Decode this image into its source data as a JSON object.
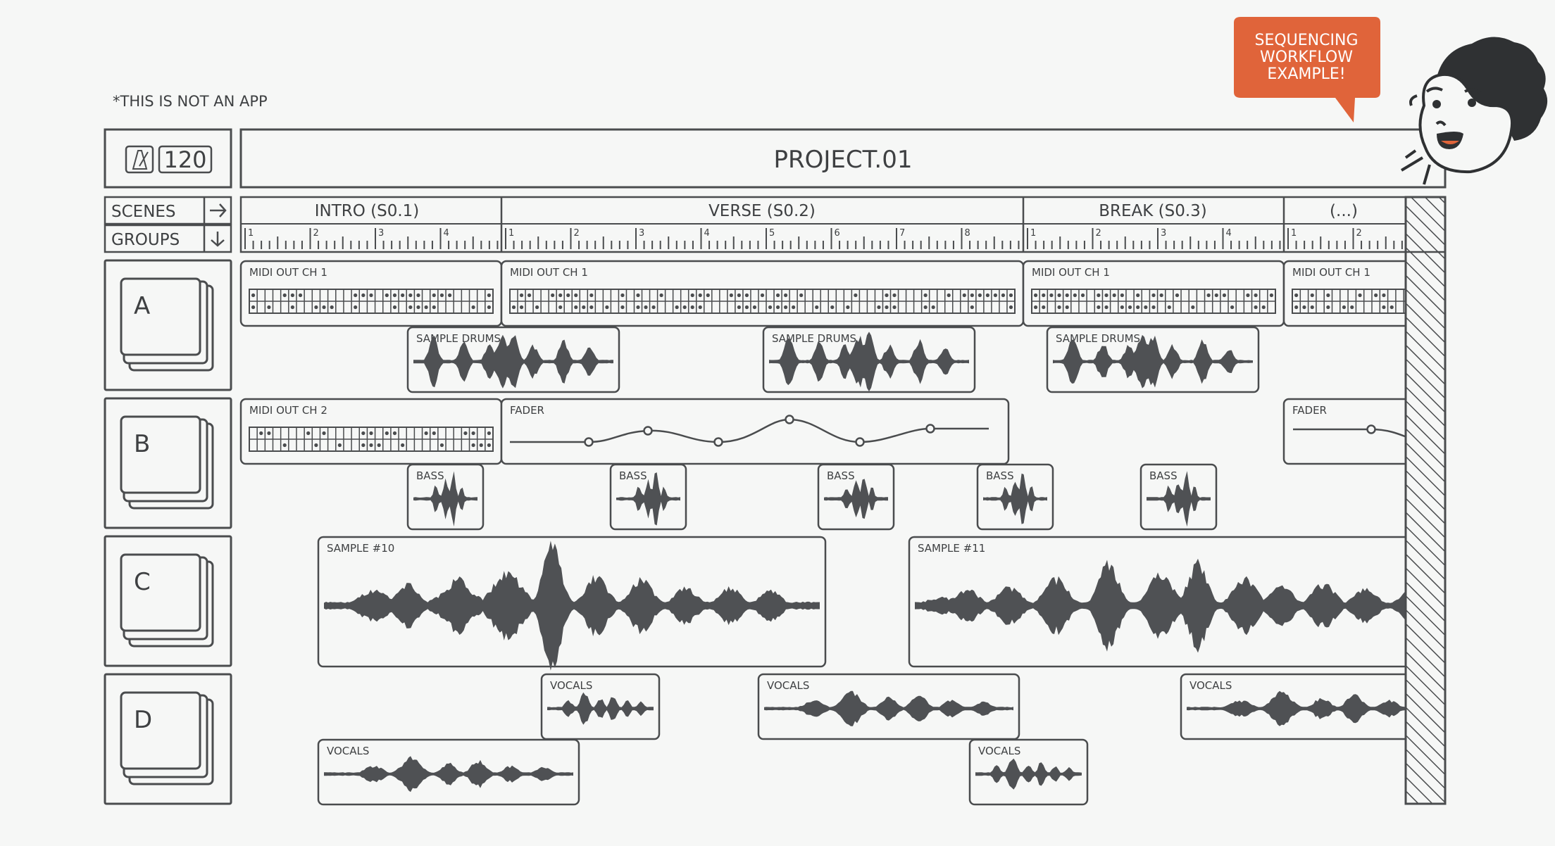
{
  "note": "*THIS IS NOT AN APP",
  "tempo": {
    "bpm": "120",
    "icon": "metronome-icon"
  },
  "project": {
    "title": "PROJECT.01"
  },
  "nav": {
    "scenes_label": "SCENES",
    "groups_label": "GROUPS",
    "scenes_icon": "arrow-right-icon",
    "groups_icon": "arrow-down-icon"
  },
  "scenes": [
    {
      "label": "INTRO (S0.1)",
      "bars": [
        "1",
        "2",
        "3",
        "4"
      ]
    },
    {
      "label": "VERSE (S0.2)",
      "bars": [
        "1",
        "2",
        "3",
        "4",
        "5",
        "6",
        "7",
        "8"
      ]
    },
    {
      "label": "BREAK (S0.3)",
      "bars": [
        "1",
        "2",
        "3",
        "4"
      ]
    },
    {
      "label": "(...)",
      "bars": [
        "1",
        "2"
      ]
    }
  ],
  "groups": [
    {
      "label": "A",
      "icon": "stacked-pads-icon"
    },
    {
      "label": "B",
      "icon": "stacked-pads-icon"
    },
    {
      "label": "C",
      "icon": "stacked-pads-icon"
    },
    {
      "label": "D",
      "icon": "stacked-pads-icon"
    }
  ],
  "clips": {
    "midi_a1": "MIDI OUT CH 1",
    "midi_a2": "MIDI OUT CH 1",
    "midi_a3": "MIDI OUT CH 1",
    "midi_a4": "MIDI OUT CH 1",
    "drums_1": "SAMPLE DRUMS",
    "drums_2": "SAMPLE DRUMS",
    "drums_3": "SAMPLE DRUMS",
    "midi_b1": "MIDI OUT CH 2",
    "fader_1": "FADER",
    "fader_2": "FADER",
    "bass_1": "BASS",
    "bass_2": "BASS",
    "bass_3": "BASS",
    "bass_4": "BASS",
    "bass_5": "BASS",
    "sample_10": "SAMPLE #10",
    "sample_11": "SAMPLE #11",
    "vocals_1": "VOCALS",
    "vocals_2": "VOCALS",
    "vocals_3": "VOCALS",
    "vocals_4": "VOCALS",
    "vocals_5": "VOCALS"
  },
  "speech_bubble": {
    "line1": "SEQUENCING",
    "line2": "WORKFLOW",
    "line3": "EXAMPLE!"
  },
  "colors": {
    "ink": "#4a4c4e",
    "background": "#f6f7f6",
    "accent": "#e0643a",
    "wave": "#4f5154"
  }
}
